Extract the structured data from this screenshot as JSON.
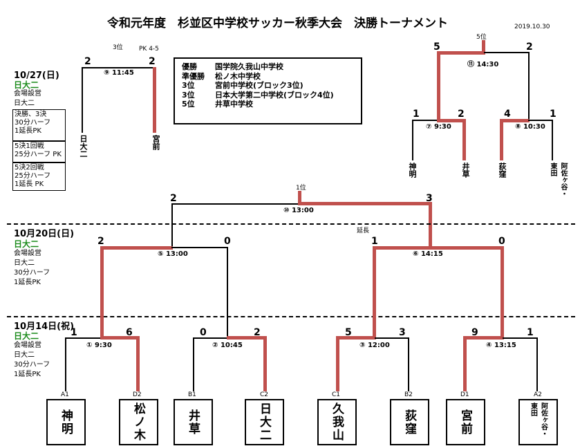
{
  "title": "令和元年度　杉並区中学校サッカー秋季大会　決勝トーナメント",
  "date_stamp": "2019.10.30",
  "results": [
    {
      "label": "優勝",
      "team": "国学院久我山中学校"
    },
    {
      "label": "準優勝",
      "team": "松ノ木中学校"
    },
    {
      "label": "3位",
      "team": "宮前中学校(ブロック3位)"
    },
    {
      "label": "3位",
      "team": "日本大学第二中学校(ブロック4位)"
    },
    {
      "label": "5位",
      "team": "井草中学校"
    }
  ],
  "day3": {
    "date": "10/27(日)",
    "venue": "日大二",
    "host": "会場設営",
    "host2": "日大二",
    "boxes": [
      {
        "lines": [
          "決勝、3決",
          "30分ハーフ",
          "1延長PK"
        ]
      },
      {
        "lines": [
          "5決1回戦",
          "25分ハーフ PK"
        ]
      },
      {
        "lines": [
          "5決2回戦",
          "25分ハーフ",
          "1延長 PK"
        ]
      }
    ]
  },
  "day2": {
    "date": "10月20日(日)",
    "venue": "日大二",
    "info": [
      "会場設営",
      "日大二",
      "30分ハーフ",
      "1延長PK"
    ]
  },
  "day1": {
    "date": "10月14日(祝)",
    "venue": "日大二",
    "info": [
      "会場設営",
      "日大二",
      "30分ハーフ",
      "1延長PK"
    ]
  },
  "ranks": {
    "third": "3位",
    "pk": "PK 4-5",
    "fifth": "5位",
    "first": "1位",
    "overtime": "延長"
  },
  "match9": {
    "label": "⑨ 11:45",
    "left_score": "2",
    "right_score": "2",
    "left_team": "日大二",
    "right_team": "宮前"
  },
  "match11": {
    "label": "⑪ 14:30",
    "left_score": "5",
    "right_score": "2"
  },
  "match7": {
    "label": "⑦ 9:30",
    "left_score": "1",
    "right_score": "2",
    "left_team": "神明",
    "right_team": "井草"
  },
  "match8": {
    "label": "⑧ 10:30",
    "left_score": "4",
    "right_score": "1",
    "left_team": "荻窪",
    "right_team": "阿佐ヶ谷・東田"
  },
  "match10": {
    "label": "⑩ 13:00",
    "left_score": "2",
    "right_score": "3"
  },
  "match5": {
    "label": "⑤ 13:00",
    "left_score": "2",
    "right_score": "0"
  },
  "match6": {
    "label": "⑥ 14:15",
    "left_score": "1",
    "right_score": "0"
  },
  "match1": {
    "label": "① 9:30",
    "left_score": "1",
    "right_score": "6"
  },
  "match2": {
    "label": "② 10:45",
    "left_score": "0",
    "right_score": "2"
  },
  "match3": {
    "label": "③ 12:00",
    "left_score": "5",
    "right_score": "3"
  },
  "match4": {
    "label": "④ 13:15",
    "left_score": "9",
    "right_score": "1"
  },
  "teams": [
    {
      "slot": "A1",
      "name": "神明"
    },
    {
      "slot": "D2",
      "name": "松ノ木"
    },
    {
      "slot": "B1",
      "name": "井草"
    },
    {
      "slot": "C2",
      "name": "日大二"
    },
    {
      "slot": "C1",
      "name": "久我山"
    },
    {
      "slot": "B2",
      "name": "荻窪"
    },
    {
      "slot": "D1",
      "name": "宮前"
    },
    {
      "slot": "A2",
      "name": "阿佐ヶ谷・東田"
    }
  ],
  "colors": {
    "winner_line": "#c0504d",
    "venue_text": "#1a8a1a",
    "line": "#000000"
  }
}
